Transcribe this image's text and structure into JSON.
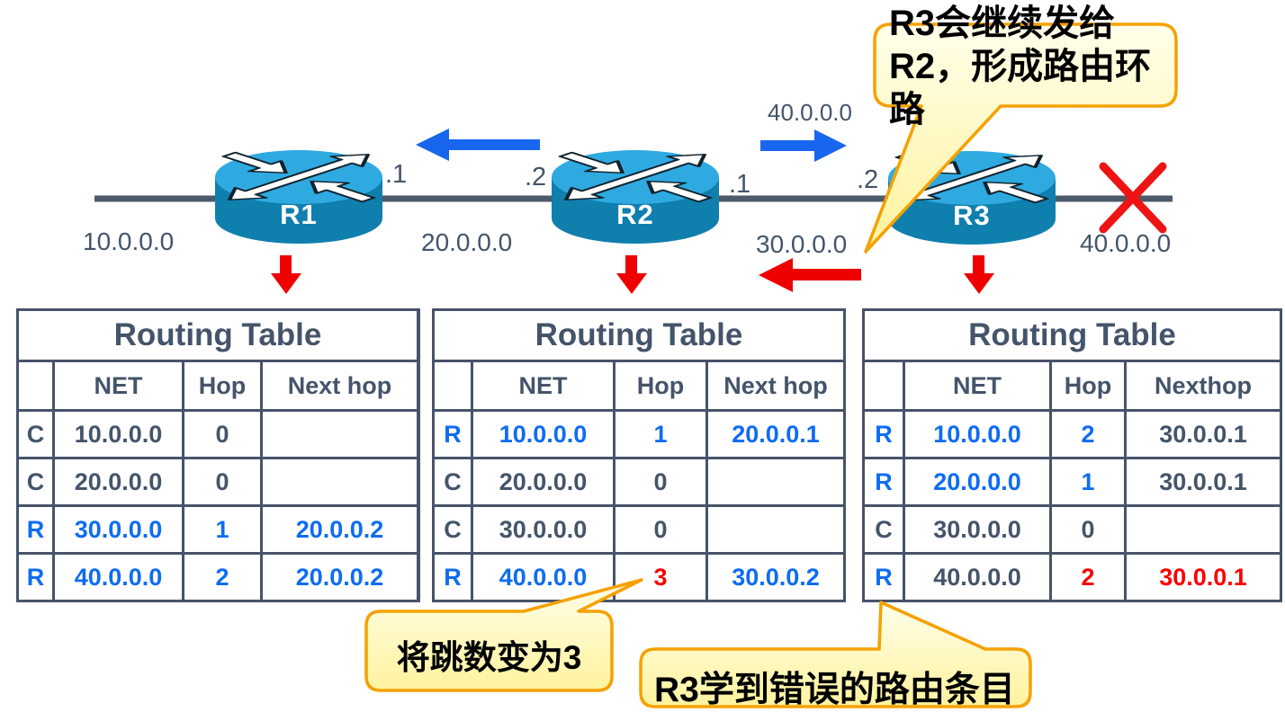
{
  "diagram": {
    "routers": [
      {
        "name": "R1"
      },
      {
        "name": "R2"
      },
      {
        "name": "R3"
      }
    ],
    "segments": [
      "10.0.0.0",
      "20.0.0.0",
      "30.0.0.0",
      "40.0.0.0"
    ],
    "interfaces": [
      ".1",
      ".2",
      ".1",
      ".2"
    ],
    "advertised_network": "40.0.0.0"
  },
  "callouts": {
    "loop": "R3会继续发给\nR2，形成路由环\n路",
    "hop": "将跳数变为3",
    "wrong": "R3学到错误的路由条目"
  },
  "colors": {
    "accent_blue": "#0D6CF2",
    "alert_red": "#FB0000",
    "table_border": "#47536A",
    "callout_border": "#F5A100",
    "callout_fill": "#FFF6A8",
    "router_top": "#2FAAE1",
    "router_body": "#0F7FAE"
  },
  "tables": [
    {
      "title": "Routing Table",
      "columns": [
        "NET",
        "Hop",
        "Next hop"
      ],
      "rows": [
        {
          "cells": [
            {
              "t": "C",
              "c": "dark"
            },
            {
              "t": "10.0.0.0",
              "c": "dark"
            },
            {
              "t": "0",
              "c": "dark"
            },
            {
              "t": "",
              "c": "dark"
            }
          ]
        },
        {
          "cells": [
            {
              "t": "C",
              "c": "dark"
            },
            {
              "t": "20.0.0.0",
              "c": "dark"
            },
            {
              "t": "0",
              "c": "dark"
            },
            {
              "t": "",
              "c": "dark"
            }
          ]
        },
        {
          "cells": [
            {
              "t": "R",
              "c": "blue"
            },
            {
              "t": "30.0.0.0",
              "c": "blue"
            },
            {
              "t": "1",
              "c": "blue"
            },
            {
              "t": "20.0.0.2",
              "c": "blue"
            }
          ]
        },
        {
          "cells": [
            {
              "t": "R",
              "c": "blue"
            },
            {
              "t": "40.0.0.0",
              "c": "blue"
            },
            {
              "t": "2",
              "c": "blue"
            },
            {
              "t": "20.0.0.2",
              "c": "blue"
            }
          ]
        }
      ]
    },
    {
      "title": "Routing Table",
      "columns": [
        "NET",
        "Hop",
        "Next hop"
      ],
      "rows": [
        {
          "cells": [
            {
              "t": "R",
              "c": "blue"
            },
            {
              "t": "10.0.0.0",
              "c": "blue"
            },
            {
              "t": "1",
              "c": "blue"
            },
            {
              "t": "20.0.0.1",
              "c": "blue"
            }
          ]
        },
        {
          "cells": [
            {
              "t": "C",
              "c": "dark"
            },
            {
              "t": "20.0.0.0",
              "c": "dark"
            },
            {
              "t": "0",
              "c": "dark"
            },
            {
              "t": "",
              "c": "dark"
            }
          ]
        },
        {
          "cells": [
            {
              "t": "C",
              "c": "dark"
            },
            {
              "t": "30.0.0.0",
              "c": "dark"
            },
            {
              "t": "0",
              "c": "dark"
            },
            {
              "t": "",
              "c": "dark"
            }
          ]
        },
        {
          "cells": [
            {
              "t": "R",
              "c": "blue"
            },
            {
              "t": "40.0.0.0",
              "c": "blue"
            },
            {
              "t": "3",
              "c": "red"
            },
            {
              "t": "30.0.0.2",
              "c": "blue"
            }
          ]
        }
      ]
    },
    {
      "title": "Routing Table",
      "columns": [
        "NET",
        "Hop",
        "Nexthop"
      ],
      "rows": [
        {
          "cells": [
            {
              "t": "R",
              "c": "blue"
            },
            {
              "t": "10.0.0.0",
              "c": "blue"
            },
            {
              "t": "2",
              "c": "blue"
            },
            {
              "t": "30.0.0.1",
              "c": "dark"
            }
          ]
        },
        {
          "cells": [
            {
              "t": "R",
              "c": "blue"
            },
            {
              "t": "20.0.0.0",
              "c": "blue"
            },
            {
              "t": "1",
              "c": "blue"
            },
            {
              "t": "30.0.0.1",
              "c": "dark"
            }
          ]
        },
        {
          "cells": [
            {
              "t": "C",
              "c": "dark"
            },
            {
              "t": "30.0.0.0",
              "c": "dark"
            },
            {
              "t": "0",
              "c": "dark"
            },
            {
              "t": "",
              "c": "dark"
            }
          ]
        },
        {
          "cells": [
            {
              "t": "R",
              "c": "blue"
            },
            {
              "t": "40.0.0.0",
              "c": "dark"
            },
            {
              "t": "2",
              "c": "red"
            },
            {
              "t": "30.0.0.1",
              "c": "red"
            }
          ]
        }
      ]
    }
  ]
}
